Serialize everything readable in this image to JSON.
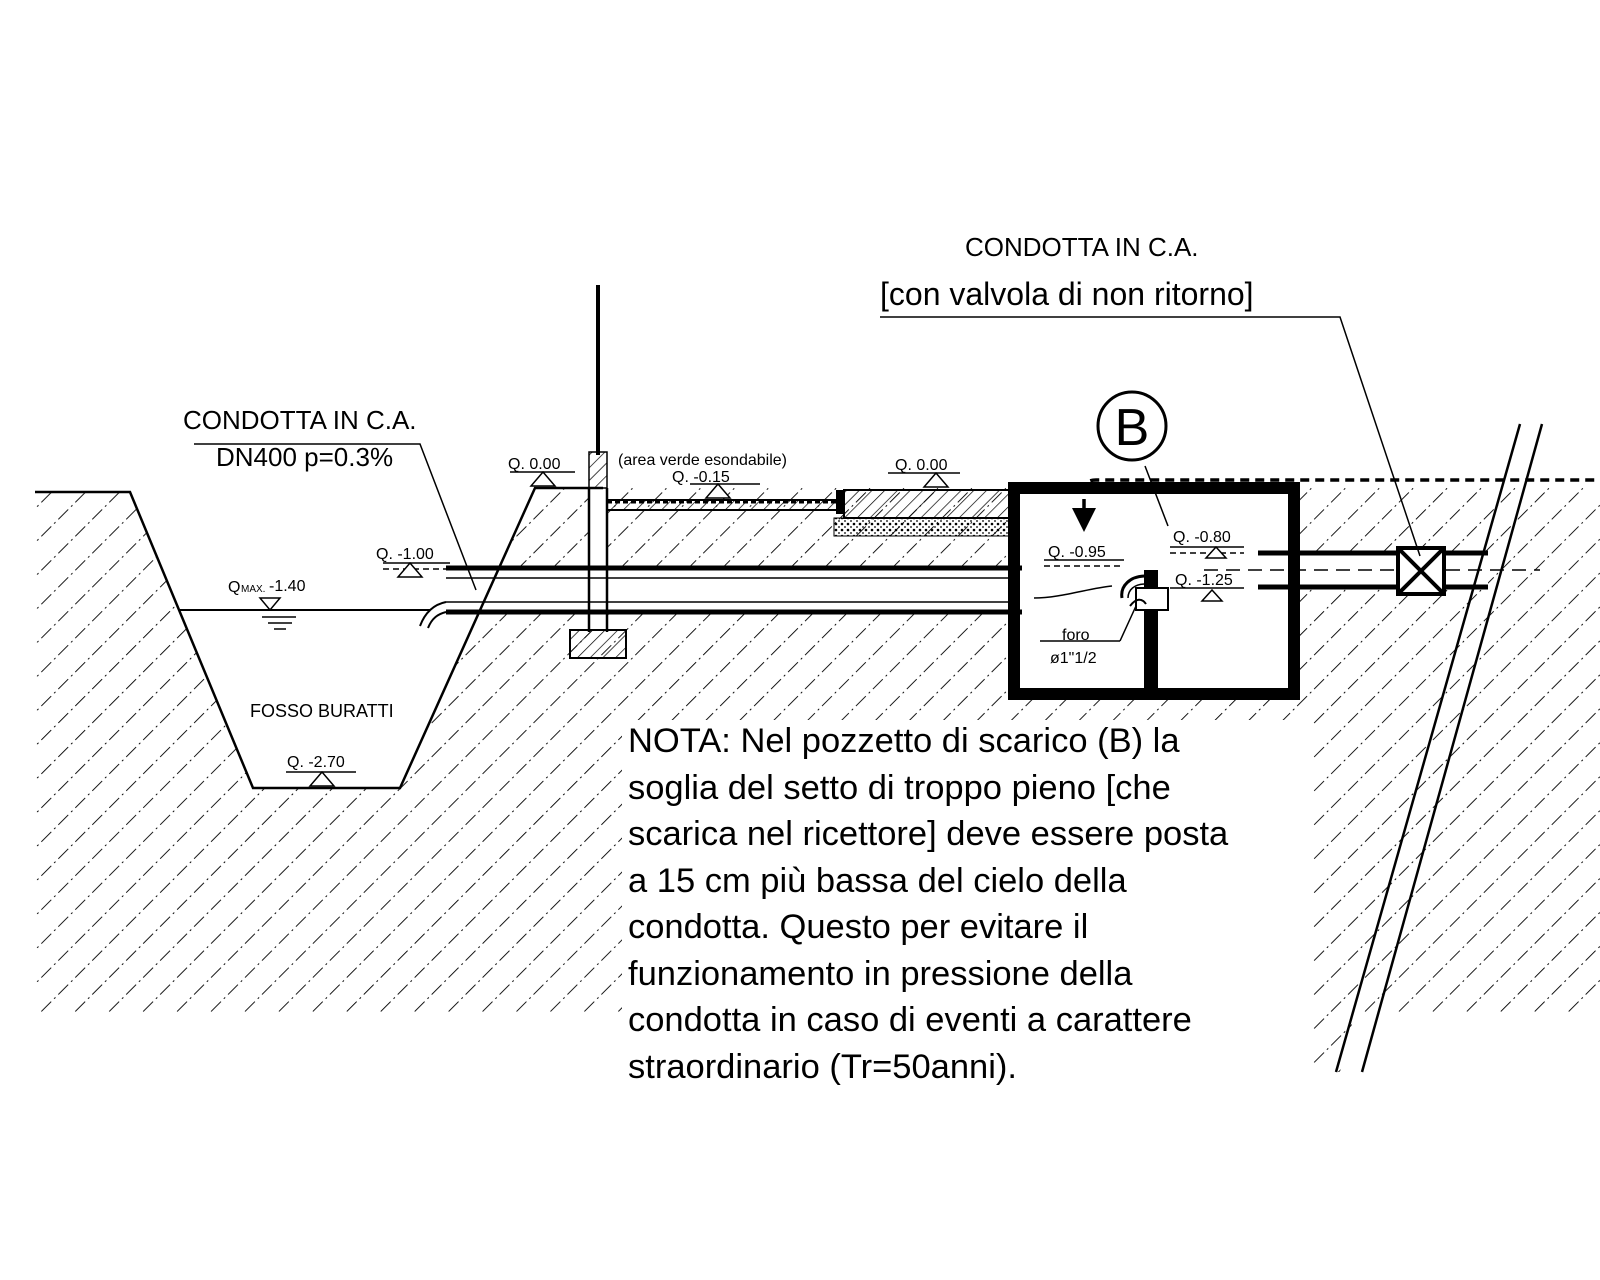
{
  "labels": {
    "condotta_left_line1": "CONDOTTA IN C.A.",
    "condotta_left_line2": "DN400 p=0.3%",
    "condotta_right_line1": "CONDOTTA IN C.A.",
    "condotta_right_line2": "[con valvola di non ritorno]",
    "area_verde": "(area verde esondabile)",
    "fosso": "FOSSO BURATTI",
    "foro_line1": "foro",
    "foro_line2": "ø1\"1/2",
    "marker_b": "B"
  },
  "levels": {
    "q_000_left": "Q. 0.00",
    "q_015": "Q. -0.15",
    "q_000_right": "Q. 0.00",
    "q_100": "Q. -1.00",
    "q_max_prefix": "Q",
    "q_max_sub": "MAX.",
    "q_max_value": "-1.40",
    "q_270": "Q. -2.70",
    "q_095": "Q. -0.95",
    "q_080": "Q. -0.80",
    "q_125": "Q. -1.25"
  },
  "note": {
    "lines": [
      "NOTA: Nel pozzetto di scarico (B) la",
      "soglia del setto di troppo pieno [che",
      "scarica nel ricettore] deve essere posta",
      "a 15 cm più bassa del cielo della",
      "condotta. Questo per evitare il",
      "funzionamento in pressione della",
      "condotta in caso di eventi a carattere",
      "straordinario (Tr=50anni)."
    ]
  }
}
